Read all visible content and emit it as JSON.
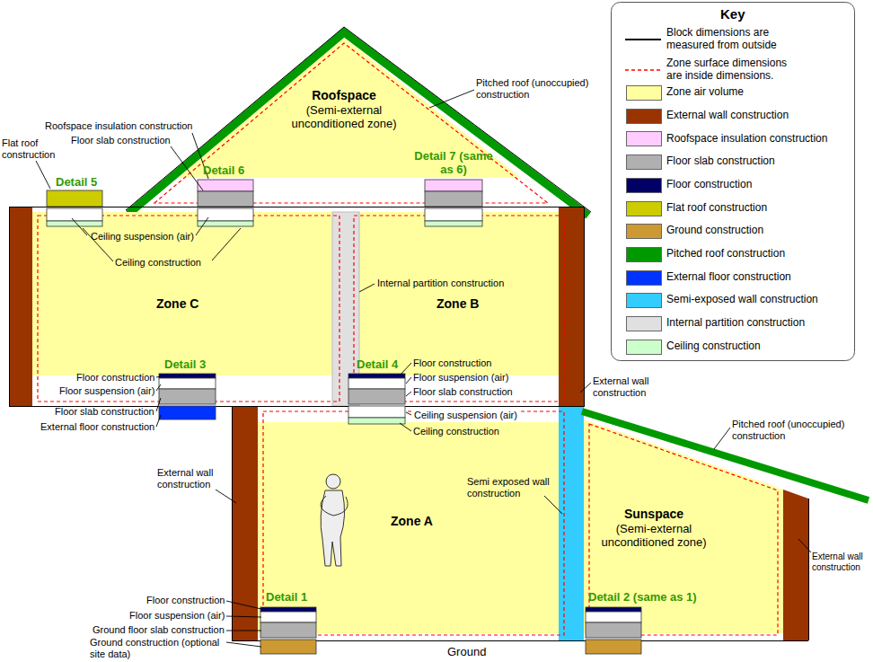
{
  "diagram": {
    "nodes": [
      {
        "text": [
          "Roofspace",
          "(Semi-external unconditioned zone)"
        ]
      },
      {
        "text": [
          "Zone C"
        ]
      },
      {
        "text": [
          "Zone B"
        ]
      },
      {
        "text": [
          "Zone A"
        ]
      },
      {
        "text": [
          "Sunspace",
          "(Semi-external unconditioned zone)"
        ]
      }
    ],
    "labels": [
      "Key",
      "Pitched roof (unoccupied) construction",
      "Roofspace insulation construction",
      "Floor slab construction",
      "Flat roof construction",
      "Detail 5",
      "Detail 6",
      "Detail 7 (same as 6)",
      "Ceiling suspension (air)",
      "Ceiling construction",
      "Internal partition construction",
      "Detail 3",
      "Floor construction",
      "Floor suspension (air)",
      "Floor slab construction",
      "External floor construction",
      "Detail 4",
      "Floor construction",
      "Floor suspension (air)",
      "Floor slab construction",
      "Ceiling suspension (air)",
      "Ceiling construction",
      "External wall construction",
      "External wall construction",
      "Pitched roof (unoccupied) construction",
      "Semi exposed wall construction",
      "External wall construction",
      "Detail 1",
      "Floor construction",
      "Floor suspension (air)",
      "Ground floor slab construction",
      "Ground construction (optional site data)",
      "Detail 2 (same as 1)",
      "Ground"
    ],
    "legend": [
      {
        "text": "Block dimensions are measured from outside"
      },
      {
        "text": "Zone surface dimensions are inside dimensions."
      },
      {
        "text": "Zone air volume",
        "color": "#ffffa0"
      },
      {
        "text": "External wall construction",
        "color": "#993300"
      },
      {
        "text": "Roofspace insulation construction",
        "color": "#ffccff"
      },
      {
        "text": "Floor slab construction",
        "color": "#b0b0b0"
      },
      {
        "text": "Floor construction",
        "color": "#000066"
      },
      {
        "text": "Flat roof construction",
        "color": "#cccc00"
      },
      {
        "text": "Ground construction",
        "color": "#cc9933"
      },
      {
        "text": "Pitched roof construction",
        "color": "#009900"
      },
      {
        "text": "External floor construction",
        "color": "#0033ff"
      },
      {
        "text": "Semi-exposed wall construction",
        "color": "#33ccff"
      },
      {
        "text": "Internal partition construction",
        "color": "#e0e0e0"
      },
      {
        "text": "Ceiling construction",
        "color": "#ccffcc"
      }
    ]
  }
}
